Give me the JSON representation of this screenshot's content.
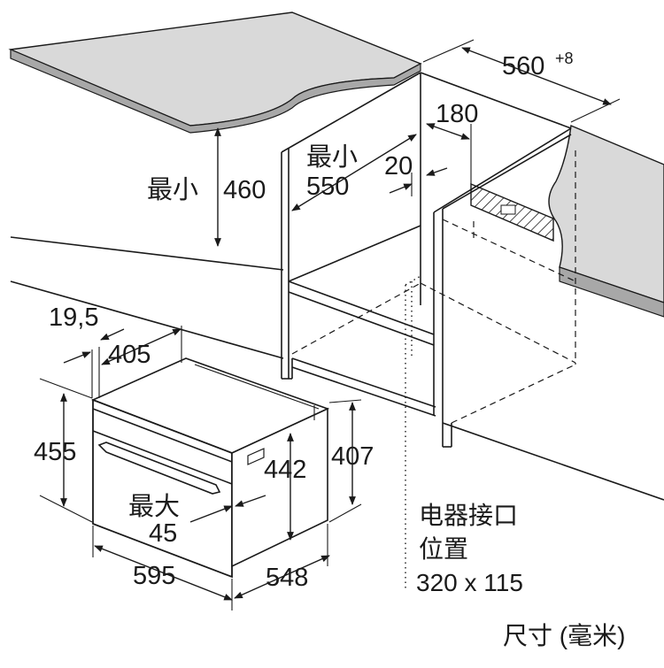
{
  "dimensions": {
    "depth_clearance": "560",
    "depth_clearance_tolerance": "+8",
    "rear_offset": "180",
    "gap": "20",
    "min_height_label": "最小",
    "min_height_value": "460",
    "min_width_label": "最小",
    "min_width_value": "550",
    "panel": "19,5",
    "body_depth": "405",
    "front_height": "455",
    "body_height": "442",
    "niche_height": "407",
    "max_label": "最大",
    "max_value": "45",
    "front_width": "595",
    "body_width": "548"
  },
  "connection_note": {
    "line1": "电器接口",
    "line2": "位置",
    "line3": "320 x 115"
  },
  "units_note": "尺寸 (毫米)",
  "colors": {
    "counter_top": "#d9d9d9",
    "counter_edge": "#a8a8a8",
    "line": "#1a1a1a"
  }
}
